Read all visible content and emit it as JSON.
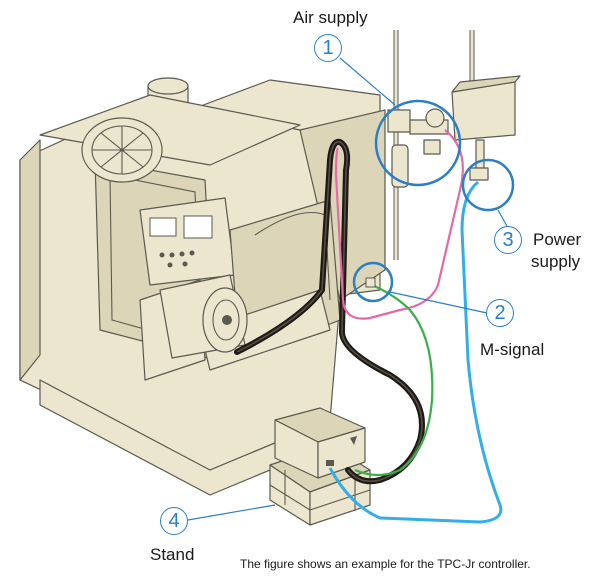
{
  "callouts": [
    {
      "number": "1",
      "label": "Air supply"
    },
    {
      "number": "2",
      "label": "M-signal"
    },
    {
      "number": "3",
      "label_line1": "Power",
      "label_line2": "supply"
    },
    {
      "number": "4",
      "label": "Stand"
    }
  ],
  "caption": "The figure shows an example for the TPC-Jr controller.",
  "colors": {
    "machine_fill": "#ece6cf",
    "machine_stroke": "#5a5a50",
    "air_hose": "#e46aa5",
    "power_cable": "#33aee6",
    "signal_cable": "#3aae4a",
    "main_cable": "#1e1a16",
    "callout_circle": "#2b7fc4"
  },
  "icons": [
    "fan-icon",
    "control-panel-icon",
    "rotary-table-icon",
    "air-regulator-icon",
    "power-box-icon",
    "controller-icon"
  ]
}
